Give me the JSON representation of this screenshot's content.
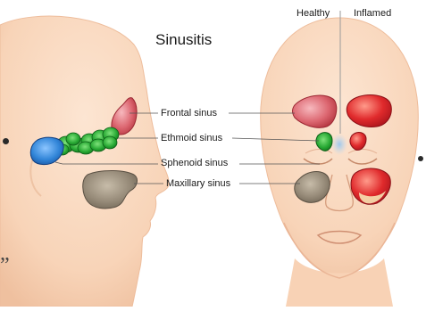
{
  "title": "Sinusitis",
  "legend": {
    "healthy": "Healthy",
    "inflamed": "Inflamed"
  },
  "labels": {
    "frontal": "Frontal sinus",
    "ethmoid": "Ethmoid sinus",
    "sphenoid": "Sphenoid sinus",
    "maxillary": "Maxillary sinus"
  },
  "decor": {
    "quote_glyph": "”"
  },
  "colors": {
    "skin": "#f9d9c0",
    "skin_outline": "#efc1a1",
    "frontal": "#d9616b",
    "ethmoid": "#1e9e2e",
    "sphenoid": "#2f7fd0",
    "maxillary": "#8f8373",
    "inflamed": "#d5232b"
  }
}
